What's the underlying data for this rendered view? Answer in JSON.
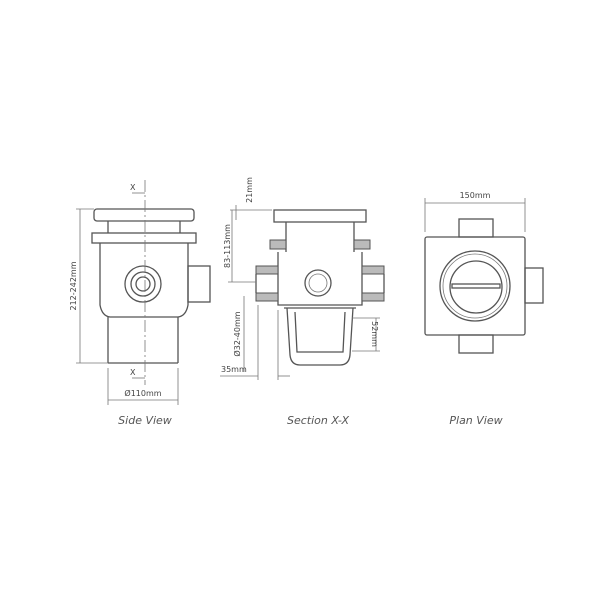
{
  "side_view": {
    "caption": "Side View",
    "section_marker_top": "X",
    "section_marker_bottom": "X",
    "height_dim": "212-242mm",
    "diameter_dim": "Ø110mm"
  },
  "section_view": {
    "caption": "Section X-X",
    "lid_dim": "21mm",
    "inlet_height_dim": "83-113mm",
    "outlet_dim": "Ø32-40mm",
    "spigot_dim": "35mm",
    "trap_dim": "52mm"
  },
  "plan_view": {
    "caption": "Plan View",
    "width_dim": "150mm"
  }
}
